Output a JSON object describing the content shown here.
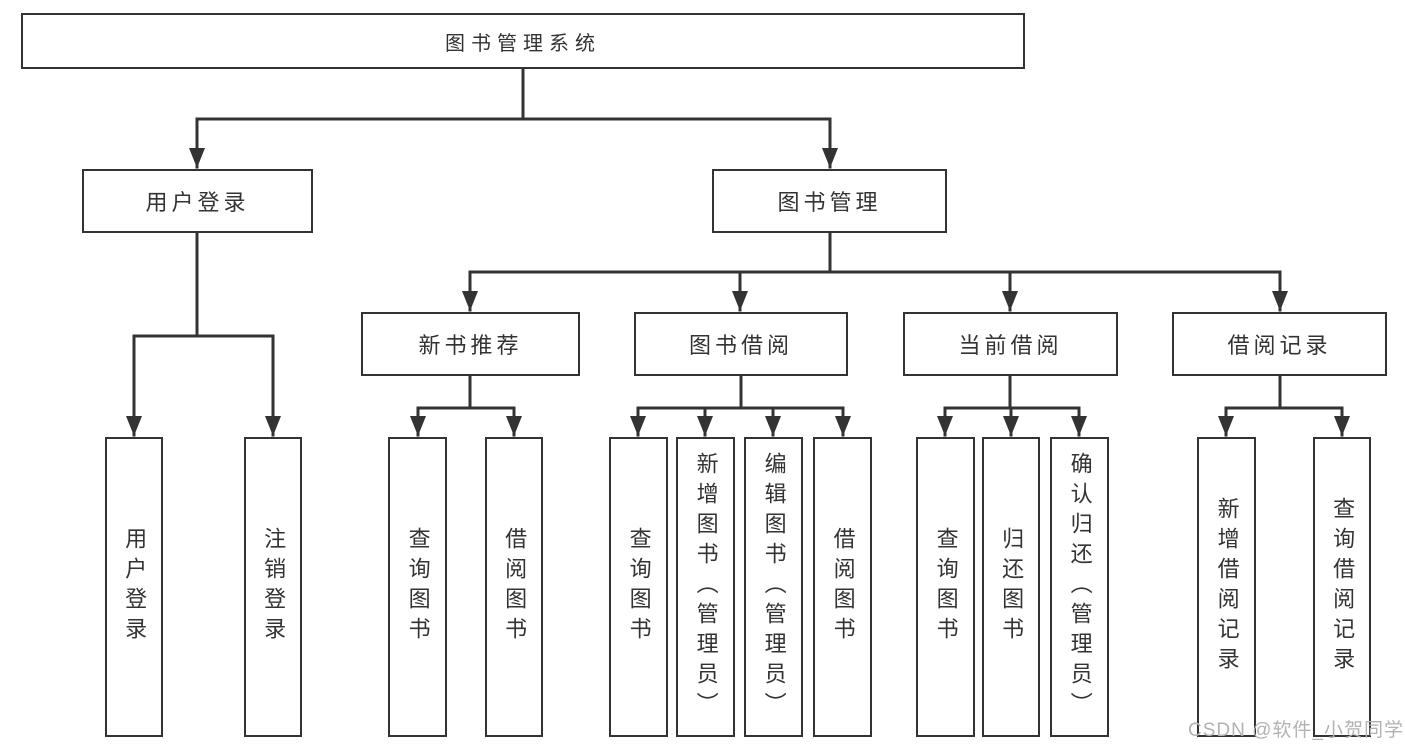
{
  "diagram": {
    "root": {
      "label": "图书管理系统"
    },
    "level1": [
      {
        "id": "user-login",
        "label": "用户登录"
      },
      {
        "id": "book-management",
        "label": "图书管理"
      }
    ],
    "level2": [
      {
        "id": "new-book-recommend",
        "label": "新书推荐"
      },
      {
        "id": "book-borrowing",
        "label": "图书借阅"
      },
      {
        "id": "current-borrowing",
        "label": "当前借阅"
      },
      {
        "id": "borrowing-records",
        "label": "借阅记录"
      }
    ],
    "leaves": {
      "user_login_group": [
        {
          "label": "用户登录"
        },
        {
          "label": "注销登录"
        }
      ],
      "new_book_group": [
        {
          "label": "查询图书"
        },
        {
          "label": "借阅图书"
        }
      ],
      "book_borrow_group": [
        {
          "label": "查询图书"
        },
        {
          "label": "新增图书（管理员）"
        },
        {
          "label": "编辑图书（管理员）"
        },
        {
          "label": "借阅图书"
        }
      ],
      "current_borrow_group": [
        {
          "label": "查询图书"
        },
        {
          "label": "归还图书"
        },
        {
          "label": "确认归还（管理员）"
        }
      ],
      "records_group": [
        {
          "label": "新增借阅记录"
        },
        {
          "label": "查询借阅记录"
        }
      ]
    }
  },
  "watermark": {
    "text": "CSDN @软件_小贺同学"
  },
  "colors": {
    "line": "#333333",
    "text": "#333333",
    "watermark": "#b2b2b2",
    "background": "#ffffff"
  }
}
